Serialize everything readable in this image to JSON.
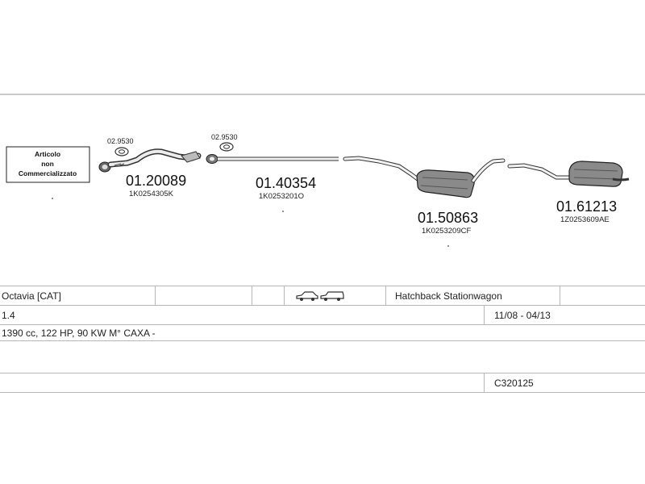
{
  "notice": {
    "lines": [
      "Articolo",
      "non",
      "Commercializzato"
    ]
  },
  "parts": [
    {
      "id": "gasket-1",
      "number": "02.9530"
    },
    {
      "id": "front-pipe",
      "number": "01.20089",
      "oem": "1K0254305K"
    },
    {
      "id": "gasket-2",
      "number": "02.9530"
    },
    {
      "id": "middle-pipe",
      "number": "01.40354",
      "oem": "1K0253201O"
    },
    {
      "id": "middle-silencer",
      "number": "01.50863",
      "oem": "1K0253209CF"
    },
    {
      "id": "rear-silencer",
      "number": "01.61213",
      "oem": "1Z0253609AE"
    }
  ],
  "vehicle": {
    "model": "Octavia  [CAT]",
    "body_types": "Hatchback Stationwagon",
    "engine": "1.4",
    "production_dates": "11/08 - 04/13",
    "spec": "1390 cc, 122 HP, 90 KW M° CAXA -",
    "code": "C320125"
  },
  "icons": [
    "hatchback-car-icon",
    "stationwagon-car-icon"
  ],
  "colors": {
    "line": "#b8b8b8",
    "part_fill": "#8a8a8a",
    "text": "#111111"
  }
}
